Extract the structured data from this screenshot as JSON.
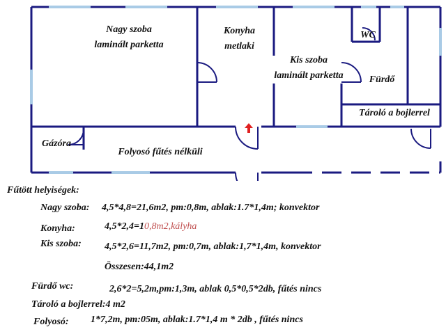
{
  "colors": {
    "wall": "#1a1a80",
    "window": "#a9cbe6",
    "arrow": "#e02020"
  },
  "rooms": {
    "nagy_szoba": [
      "Nagy szoba",
      "laminált parketta"
    ],
    "konyha": [
      "Konyha",
      "metlaki"
    ],
    "kis_szoba": [
      "Kis szoba",
      "laminált parketta"
    ],
    "wc": "WC",
    "furdo": "Fürdő",
    "tarolo": "Tároló a bojlerrel",
    "gazora": "Gázóra",
    "folyoso": "Folyosó fűtés nélküli"
  },
  "notes": {
    "heading": "Fűtött helyiségek:",
    "nagy_szoba": {
      "label": "Nagy szoba:",
      "value": "4,5*4,8=21,6m2, pm:0,8m, ablak:1.7*1,4m; konvektor"
    },
    "konyha": {
      "label": "Konyha:",
      "value_a": "4,5*2,4=1",
      "value_b": "0,8m2,kályha"
    },
    "kis_szoba": {
      "label": "Kis szoba:",
      "value": "4,5*2,6=11,7m2, pm:0,7m, ablak:1,7*1,4m, konvektor"
    },
    "osszesen": "Összesen:44,1m2",
    "furdo_wc": {
      "label": "Fürdő wc:",
      "value": "2,6*2=5,2m,pm:1,3m, ablak 0,5*0,5*2db, fűtés nincs"
    },
    "tarolo": "Tároló a bojlerrel:4 m2",
    "folyoso": {
      "label": "Folyosó:",
      "value": "1*7,2m, pm:05m, ablak:1.7*1,4 m * 2db , fűtés nincs"
    }
  }
}
